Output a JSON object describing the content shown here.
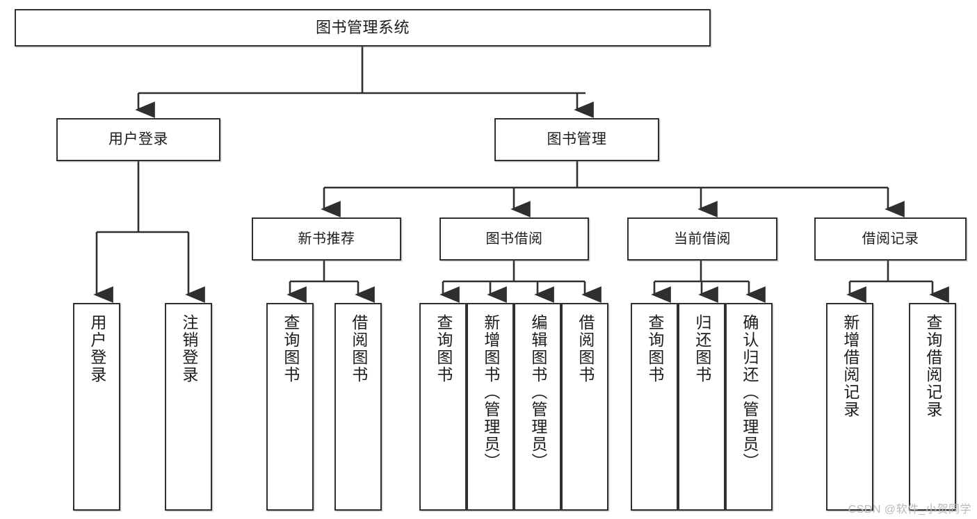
{
  "diagram": {
    "title": "图书管理系统",
    "type": "tree-hierarchy",
    "watermark": "CSDN @软件_小贺同学",
    "colors": {
      "box_border": "#2f2f2f",
      "box_fill": "#ffffff",
      "connector": "#2f2f2f",
      "text": "#1c1c1c",
      "watermark": "#b9b9b9"
    },
    "root": {
      "label": "图书管理系统"
    },
    "level1": [
      {
        "label": "用户登录"
      },
      {
        "label": "图书管理"
      }
    ],
    "level2": [
      {
        "label": "新书推荐"
      },
      {
        "label": "图书借阅"
      },
      {
        "label": "当前借阅"
      },
      {
        "label": "借阅记录"
      }
    ],
    "leaves": {
      "user_login": [
        {
          "label": "用户登录"
        },
        {
          "label": "注销登录"
        }
      ],
      "new_book_recommend": [
        {
          "label": "查询图书"
        },
        {
          "label": "借阅图书"
        }
      ],
      "book_borrow": [
        {
          "label": "查询图书"
        },
        {
          "label": "新增图书（管理员）"
        },
        {
          "label": "编辑图书（管理员）"
        },
        {
          "label": "借阅图书"
        }
      ],
      "current_borrow": [
        {
          "label": "查询图书"
        },
        {
          "label": "归还图书"
        },
        {
          "label": "确认归还（管理员）"
        }
      ],
      "borrow_record": [
        {
          "label": "新增借阅记录"
        },
        {
          "label": "查询借阅记录"
        }
      ]
    }
  }
}
